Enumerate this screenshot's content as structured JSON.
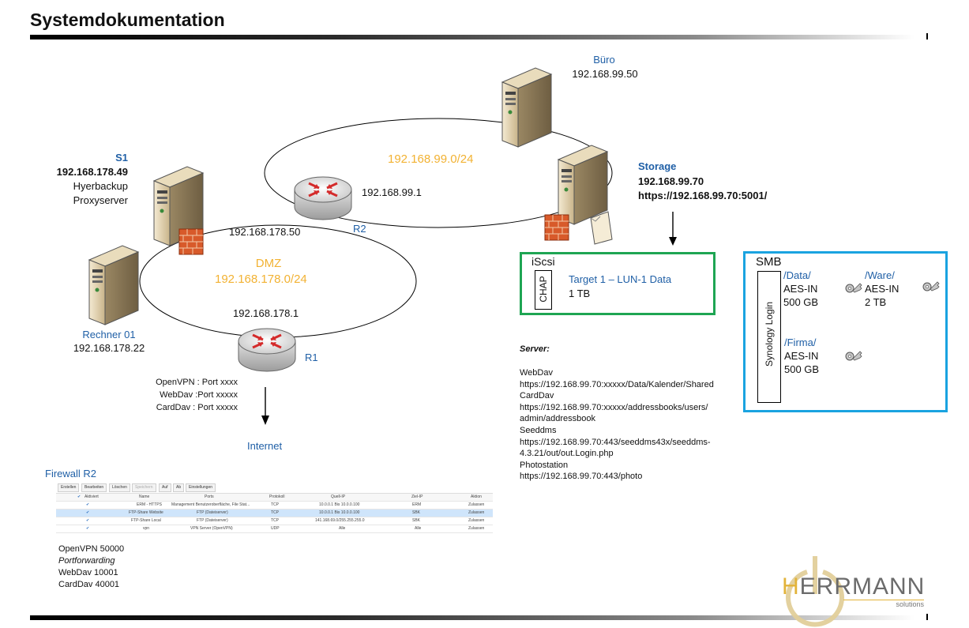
{
  "page": {
    "title": "Systemdokumentation"
  },
  "networks": {
    "buero_net": "192.168.99.0/24",
    "dmz_label": "DMZ",
    "dmz_net": "192.168.178.0/24"
  },
  "buero": {
    "name": "Büro",
    "ip": "192.168.99.50"
  },
  "storage": {
    "name": "Storage",
    "ip": "192.168.99.70",
    "url": "https://192.168.99.70:5001/"
  },
  "s1": {
    "name": "S1",
    "ip": "192.168.178.49",
    "line1": "Hyerbackup",
    "line2": "Proxyserver"
  },
  "r2": {
    "name": "R2",
    "ip_lan": "192.168.99.1",
    "ip_dmz": "192.168.178.50"
  },
  "r1": {
    "name": "R1",
    "ip": "192.168.178.1",
    "ports": [
      "OpenVPN : Port xxxx",
      "WebDav :Port xxxxx",
      "CardDav : Port xxxxx"
    ]
  },
  "rechner": {
    "name": "Rechner 01",
    "ip": "192.168.178.22"
  },
  "internet": "Internet",
  "iscsi": {
    "title": "iScsi",
    "auth": "CHAP",
    "target": "Target 1 – LUN-1 Data",
    "size": "1 TB"
  },
  "smb": {
    "title": "SMB",
    "login": "Synology Login",
    "shares": [
      {
        "name": "/Data/",
        "enc": "AES-IN",
        "size": "500 GB"
      },
      {
        "name": "/Ware/",
        "enc": "AES-IN",
        "size": "2 TB"
      },
      {
        "name": "/Firma/",
        "enc": "AES-IN",
        "size": "500 GB"
      }
    ]
  },
  "server": {
    "heading": "Server:",
    "lines": [
      "WebDav",
      "https://192.168.99.70:xxxxx/Data/Kalender/Shared",
      "CardDav",
      "https://192.168.99.70:xxxxx/addressbooks/users/",
      "admin/addressbook",
      "Seeddms",
      "https://192.168.99.70:443/seeddms43x/seeddms-",
      "4.3.21/out/out.Login.php",
      "Photostation",
      "https://192.168.99.70:443/photo"
    ]
  },
  "firewall": {
    "title": "Firewall R2",
    "buttons": [
      "Erstellen",
      "Bearbeiten",
      "Löschen",
      "Speichern",
      "Auf",
      "Ab",
      "Einstellungen"
    ],
    "headers": [
      "Aktiviert",
      "Name",
      "Ports",
      "Protokoll",
      "Quell-IP",
      "Ziel-IP",
      "Aktion"
    ],
    "rows": [
      [
        "",
        "ERM - HTTPS",
        "Management Benutzeroberfläche, File Stat...",
        "TCP",
        "10.0.0.1 Bis 10.0.0.100",
        "ERM",
        "Zulassen"
      ],
      [
        "",
        "FTP-Share Website",
        "FTP (Dateiserver)",
        "TCP",
        "10.0.0.1 Bis 10.0.0.100",
        "SBK",
        "Zulassen"
      ],
      [
        "",
        "FTP-Share Local",
        "FTP (Dateiserver)",
        "TCP",
        "141.168.69.0/255.255.255.0",
        "SBK",
        "Zulassen"
      ],
      [
        "",
        "vpn",
        "VPN Server (OpenVPN)",
        "UDP",
        "Alle",
        "Alle",
        "Zulassen"
      ]
    ]
  },
  "notes": [
    "OpenVPN 50000",
    "Portforwarding",
    "WebDav  10001",
    "CardDav  40001"
  ],
  "logo": {
    "text_prefix": "H",
    "text_main": "ERRMANN",
    "sub": "solutions"
  },
  "colors": {
    "accent_blue": "#1f5fa6",
    "network_orange": "#f2b233",
    "iscsi_border": "#1ea553",
    "smb_border": "#1aa3e0",
    "router_red": "#d42b2b"
  }
}
